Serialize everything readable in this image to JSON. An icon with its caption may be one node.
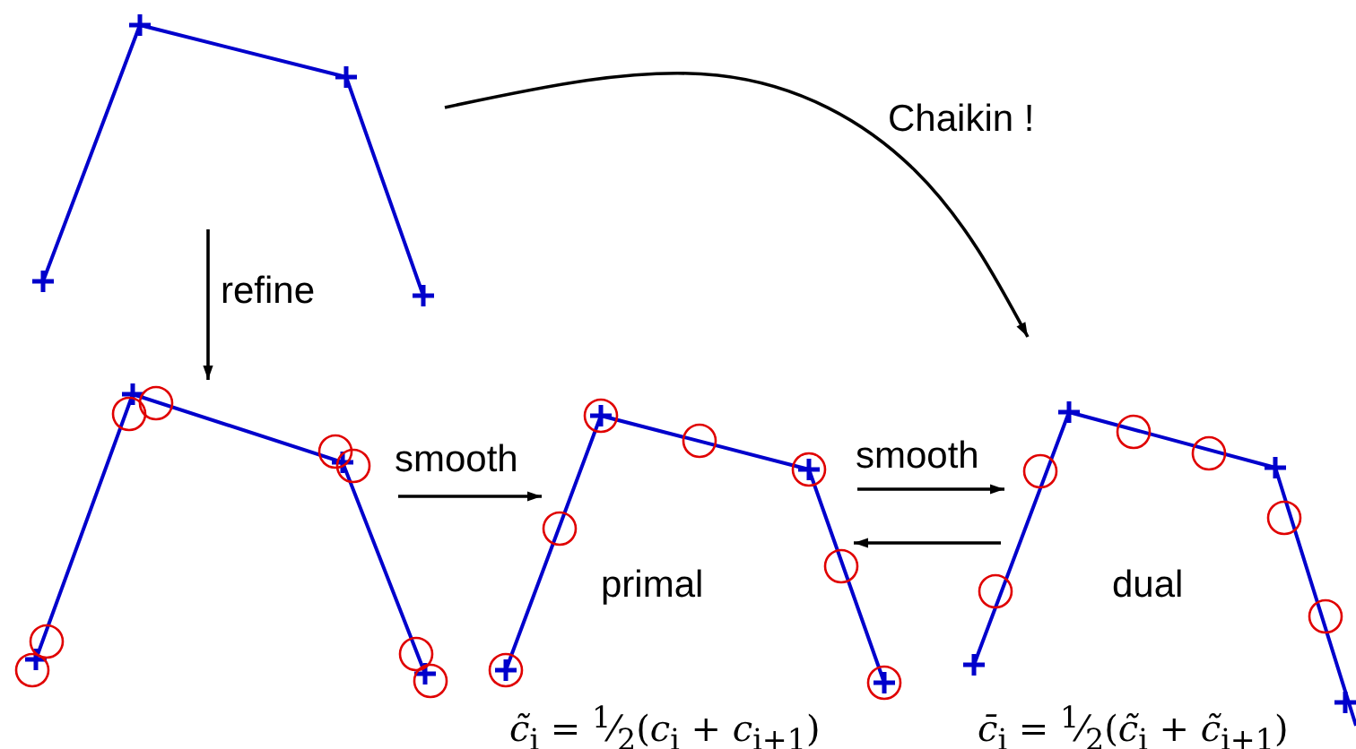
{
  "diagram": {
    "nodes": [
      {
        "text": [],
        "shape": "picture"
      },
      {
        "text": [],
        "shape": "picture"
      },
      {
        "text": [
          "primal"
        ],
        "beside": [
          "*c̃*$_{i}$ = $^{1}$⁄$_{2}$(*c*$_{i}$ + *c*$_{i+1}$)"
        ]
      },
      {
        "text": [
          "dual"
        ],
        "beside": [
          "*c̄*$_{i}$ = $^{1}$⁄$_{2}$(*c̃*$_{i}$ + *c̃*$_{i+1}$)"
        ]
      }
    ],
    "edges": [
      {
        "from": 0,
        "to": 1,
        "arrow": "to",
        "label": "refine"
      },
      {
        "from": 1,
        "to": 2,
        "arrow": "to",
        "label": "smooth"
      },
      {
        "from": 2,
        "to": 3,
        "arrow": "to",
        "label": "smooth"
      },
      {
        "from": 3,
        "to": 2,
        "arrow": "to"
      },
      {
        "from": 0,
        "to": 3,
        "arrow": "to",
        "label": "Chaikin !"
      }
    ]
  }
}
